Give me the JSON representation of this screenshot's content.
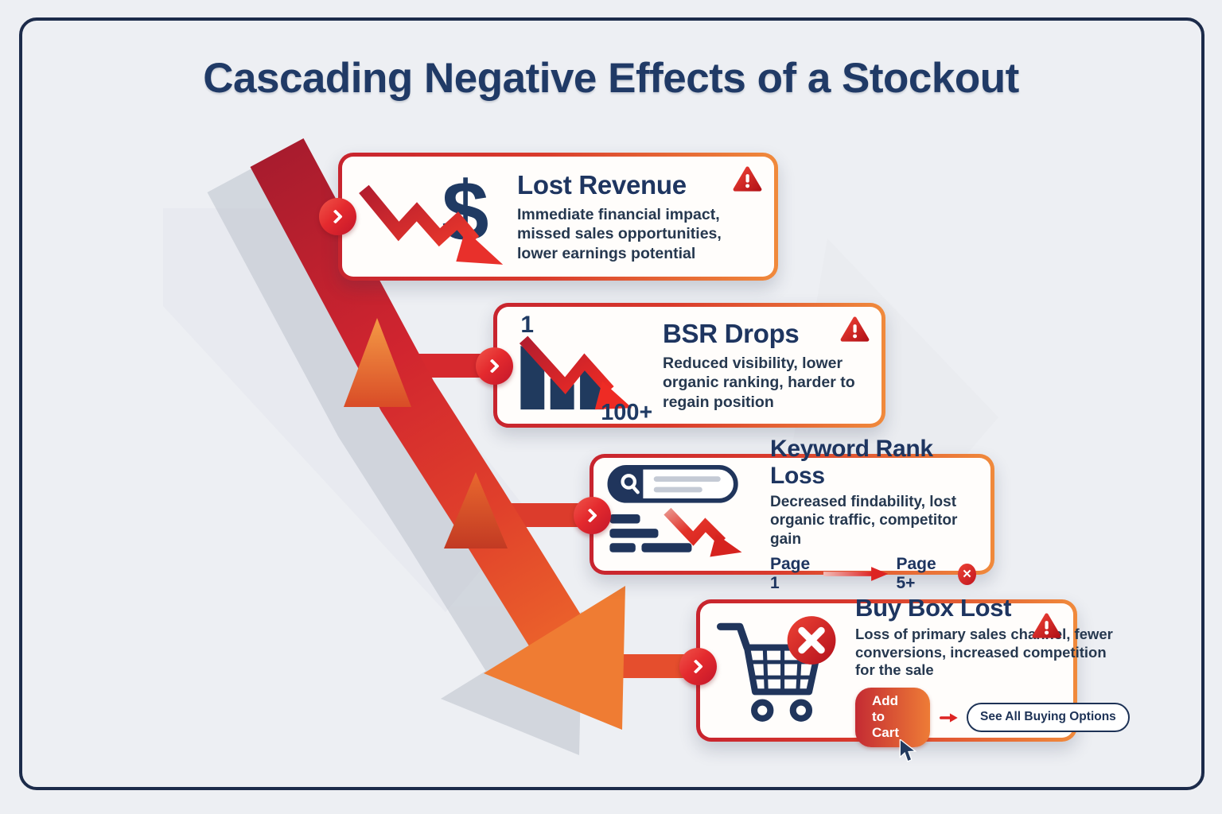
{
  "title": "Cascading Negative Effects of a Stockout",
  "cards": [
    {
      "title": "Lost Revenue",
      "description": "Immediate financial impact, missed sales opportunities, lower earnings potential",
      "icon": "dollar-decline-icon",
      "has_warning": true
    },
    {
      "title": "BSR Drops",
      "description": "Reduced visibility, lower organic ranking, harder to regain position",
      "icon": "bar-chart-decline-icon",
      "has_warning": true,
      "rank_top": "1",
      "rank_bottom": "100+"
    },
    {
      "title": "Keyword Rank Loss",
      "description": "Decreased findability, lost organic traffic, competitor gain",
      "icon": "search-rank-decline-icon",
      "has_warning": false,
      "page_from": "Page 1",
      "page_to": "Page 5+",
      "x_mark": "✕"
    },
    {
      "title": "Buy Box Lost",
      "description": "Loss of primary sales channel, fewer conversions, increased competition for the sale",
      "icon": "cart-blocked-icon",
      "has_warning": true,
      "add_to_cart_label": "Add to Cart",
      "see_options_label": "See All Buying Options"
    }
  ],
  "colors": {
    "background": "#edeff3",
    "frame_navy": "#1c2b4a",
    "text_navy": "#1e3560",
    "arrow_red_top": "#b01d2f",
    "arrow_orange_tip": "#f07c33",
    "card_border_left": "#c8242e",
    "card_border_right": "#f08a3c",
    "node_red": "#e42a2e"
  }
}
